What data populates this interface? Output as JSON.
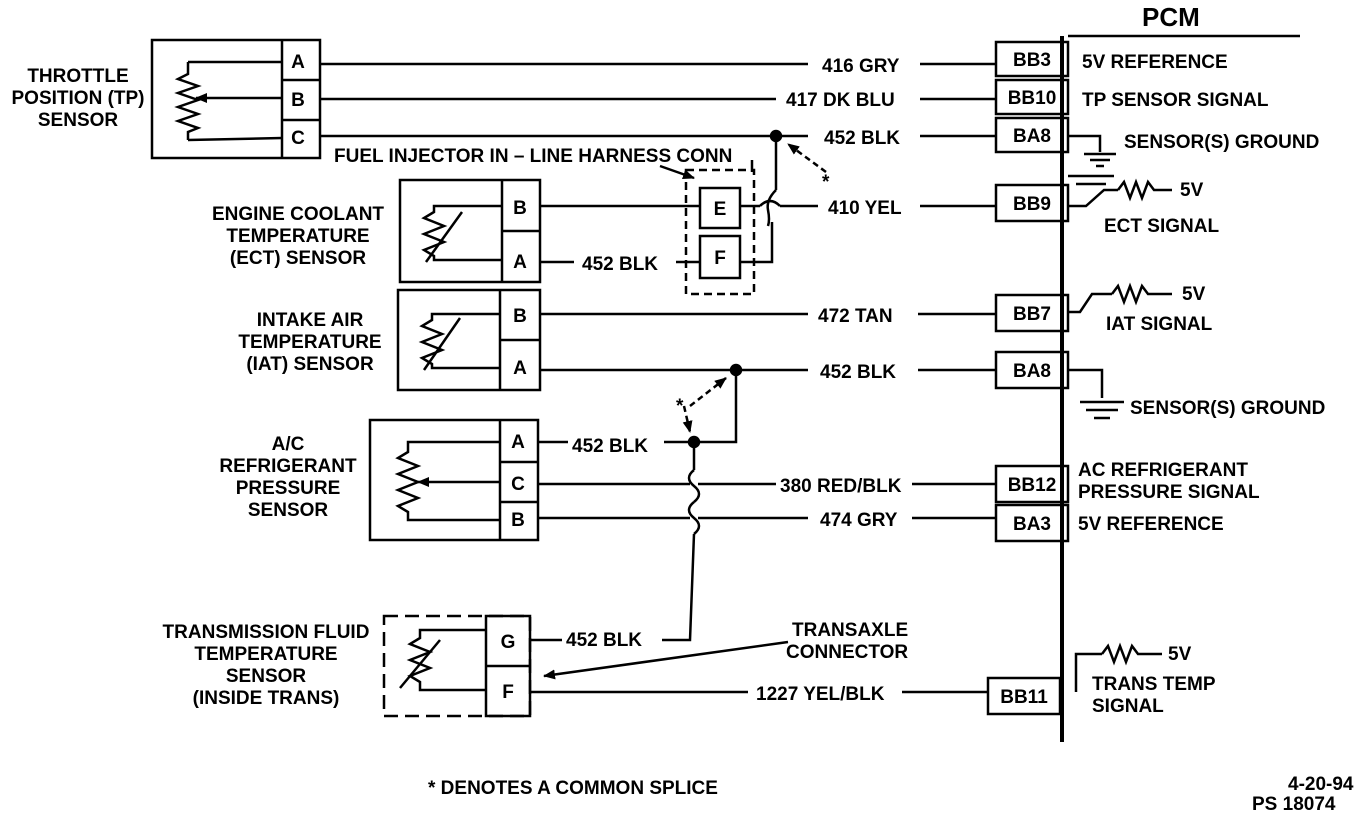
{
  "pcm_title": "PCM",
  "sensors": {
    "tp": {
      "line1": "THROTTLE",
      "line2": "POSITION (TP)",
      "line3": "SENSOR"
    },
    "ect": {
      "line1": "ENGINE COOLANT",
      "line2": "TEMPERATURE",
      "line3": "(ECT) SENSOR"
    },
    "iat": {
      "line1": "INTAKE AIR",
      "line2": "TEMPERATURE",
      "line3": "(IAT) SENSOR"
    },
    "ac": {
      "line1": "A/C",
      "line2": "REFRIGERANT",
      "line3": "PRESSURE",
      "line4": "SENSOR"
    },
    "tft": {
      "line1": "TRANSMISSION FLUID",
      "line2": "TEMPERATURE",
      "line3": "SENSOR",
      "line4": "(INSIDE TRANS)"
    }
  },
  "pins": {
    "tp": [
      "A",
      "B",
      "C"
    ],
    "ect": [
      "B",
      "A"
    ],
    "iat": [
      "B",
      "A"
    ],
    "ac": [
      "A",
      "C",
      "B"
    ],
    "tft": [
      "G",
      "F"
    ],
    "inline": [
      "E",
      "F"
    ]
  },
  "wires": {
    "w416": "416 GRY",
    "w417": "417 DK BLU",
    "w452_tp": "452 BLK",
    "w410": "410 YEL",
    "w452_ect": "452 BLK",
    "w472": "472 TAN",
    "w452_iat": "452 BLK",
    "w452_ac": "452 BLK",
    "w380": "380 RED/BLK",
    "w474": "474 GRY",
    "w452_tft": "452 BLK",
    "w1227": "1227 YEL/BLK"
  },
  "pcm_pins": [
    "BB3",
    "BB10",
    "BA8",
    "BB9",
    "BB7",
    "BA8",
    "BB12",
    "BA3",
    "BB11"
  ],
  "pcm_signals": {
    "s1": "5V REFERENCE",
    "s2": "TP SENSOR  SIGNAL",
    "s3": "SENSOR(S) GROUND",
    "ect_5v": "5V",
    "ect_sig": "ECT SIGNAL",
    "iat_5v": "5V",
    "iat_sig": "IAT SIGNAL",
    "gnd2": "SENSOR(S) GROUND",
    "ac_sig1": "AC REFRIGERANT",
    "ac_sig2": "PRESSURE SIGNAL",
    "ref2": "5V REFERENCE",
    "tt_5v": "5V",
    "tt_sig1": "TRANS TEMP",
    "tt_sig2": "SIGNAL"
  },
  "harness_label": "FUEL INJECTOR IN – LINE HARNESS CONN",
  "splice_star": "*",
  "transaxle1": "TRANSAXLE",
  "transaxle2": "CONNECTOR",
  "footnote": "* DENOTES A COMMON SPLICE",
  "date": "4-20-94",
  "ps_code": "PS 18074"
}
